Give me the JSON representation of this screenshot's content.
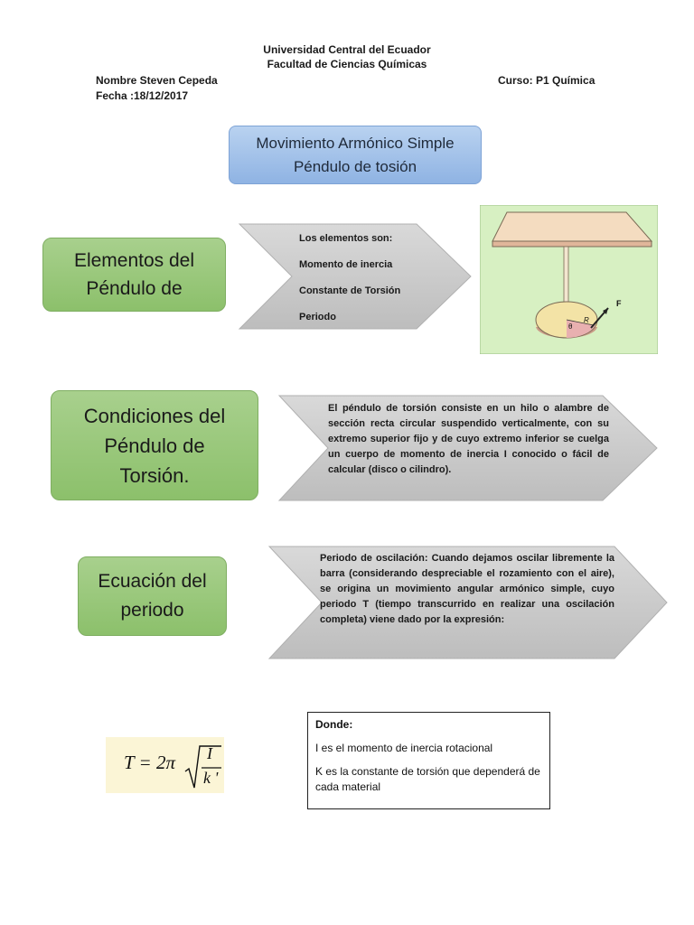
{
  "header": {
    "university": "Universidad Central del Ecuador",
    "faculty": "Facultad de Ciencias Químicas",
    "name": "Nombre Steven Cepeda",
    "date": "Fecha :18/12/2017",
    "course": "Curso: P1 Química"
  },
  "title": {
    "line1": "Movimiento Armónico Simple",
    "line2": "Péndulo de tosión"
  },
  "section1": {
    "label_line1": "Elementos del",
    "label_line2": "Péndulo de",
    "items": [
      "Los elementos son:",
      "Momento de inercia",
      "Constante de Torsión",
      "Periodo"
    ]
  },
  "figure": {
    "force_label": "F",
    "radius_label": "R",
    "angle_label": "θ"
  },
  "section2": {
    "label_line1": "Condiciones del",
    "label_line2": "Péndulo de",
    "label_line3": "Torsión.",
    "text": "El péndulo de torsión consiste en un hilo o alambre de sección recta circular suspendido verticalmente, con su extremo superior fijo y de cuyo extremo inferior se cuelga un cuerpo de momento de inercia I conocido o fácil de calcular (disco o cilindro)."
  },
  "section3": {
    "label_line1": "Ecuación del",
    "label_line2": "periodo",
    "text": "Periodo de oscilación: Cuando dejamos oscilar libremente la barra (considerando despreciable el rozamiento con el aire), se origina un movimiento angular armónico simple, cuyo periodo T (tiempo transcurrido en realizar una oscilación completa) viene dado por la expresión:"
  },
  "formula": {
    "lhs": "T = 2π",
    "numerator": "I",
    "denominator": "k '"
  },
  "donde": {
    "heading": "Donde:",
    "line1": "I es el momento de inercia rotacional",
    "line2": "K es la constante de torsión que dependerá de cada material"
  },
  "colors": {
    "green_box": "#97c877",
    "blue_box": "#a4c3ec",
    "chevron": "#c8c8c8",
    "figure_bg": "#d7f0c2"
  }
}
